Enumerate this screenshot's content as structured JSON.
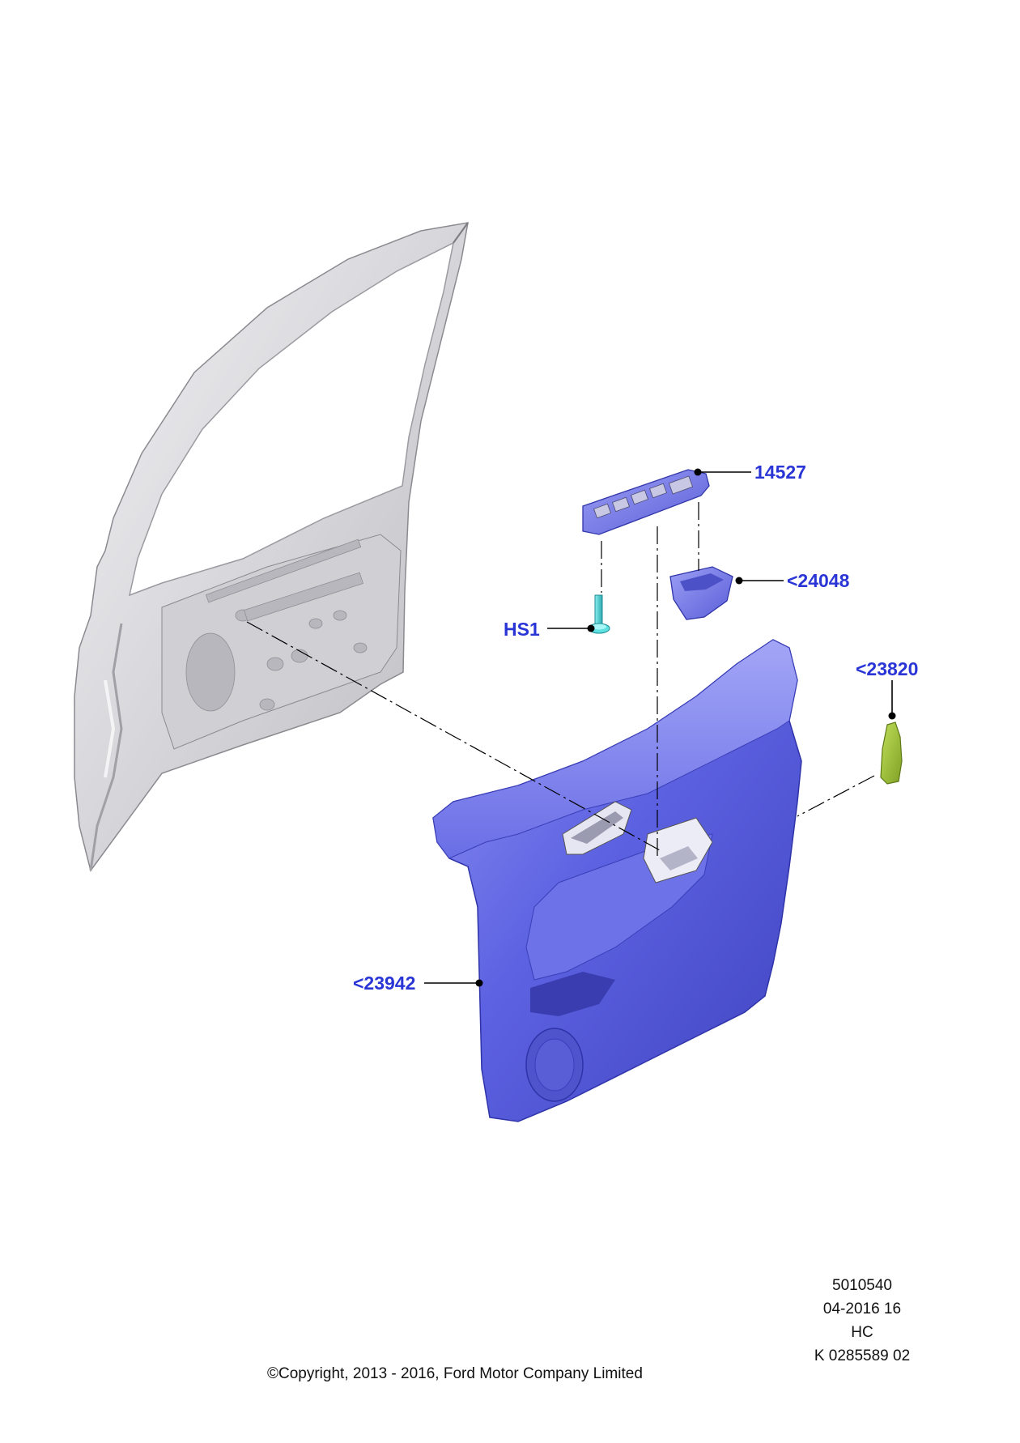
{
  "callouts": {
    "switch_bezel": "14527",
    "cup": "<24048",
    "screw": "HS1",
    "handle_insert": "<23820",
    "trim_panel": "<23942"
  },
  "meta": {
    "line1": "5010540",
    "line2": "04-2016 16",
    "line3": "HC",
    "line4": "K 0285589 02"
  },
  "copyright": "©Copyright, 2013 - 2016, Ford Motor Company Limited",
  "colors": {
    "callout_text": "#2a35d6",
    "trim_panel": "#5a5fe0",
    "door_frame": "#d9d9dc",
    "screw": "#45d0d0",
    "handle_insert": "#9cc23a"
  }
}
